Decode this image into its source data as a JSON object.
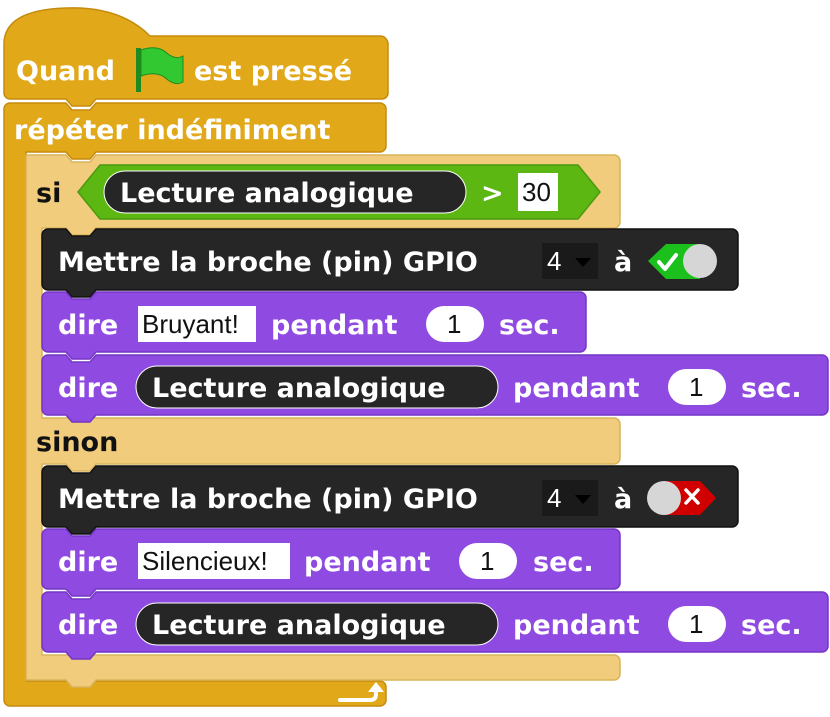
{
  "colors": {
    "control": "#e1a91a",
    "control_light": "#f0cc7c",
    "operator": "#5cb712",
    "reporter": "#262626",
    "hardware": "#262626",
    "looks": "#8f4ae2",
    "flag": "#32c832",
    "toggle_on": "#1cc01c",
    "toggle_off": "#d10000"
  },
  "hat_block": {
    "text_before": "Quand",
    "icon": "green-flag-icon",
    "text_after": "est pressé"
  },
  "forever_block": {
    "label": "répéter indéfiniment",
    "loop_icon": "loop-arrow-icon"
  },
  "if_block": {
    "if_label": "si",
    "else_label": "sinon",
    "condition": {
      "reporter": "Lecture analogique",
      "operator": ">",
      "value": "30"
    }
  },
  "if_branch": [
    {
      "type": "set_pin",
      "label": "Mettre la broche (pin) GPIO",
      "pin": "4",
      "to_label": "à",
      "state": "on",
      "state_icon": "check-icon"
    },
    {
      "type": "say_text",
      "say": "dire",
      "text": "Bruyant!",
      "for": "pendant",
      "secs": "1",
      "unit": "sec."
    },
    {
      "type": "say_reporter",
      "say": "dire",
      "reporter": "Lecture analogique",
      "for": "pendant",
      "secs": "1",
      "unit": "sec."
    }
  ],
  "else_branch": [
    {
      "type": "set_pin",
      "label": "Mettre la broche (pin) GPIO",
      "pin": "4",
      "to_label": "à",
      "state": "off",
      "state_icon": "cross-icon"
    },
    {
      "type": "say_text",
      "say": "dire",
      "text": "Silencieux!",
      "for": "pendant",
      "secs": "1",
      "unit": "sec."
    },
    {
      "type": "say_reporter",
      "say": "dire",
      "reporter": "Lecture analogique",
      "for": "pendant",
      "secs": "1",
      "unit": "sec."
    }
  ]
}
